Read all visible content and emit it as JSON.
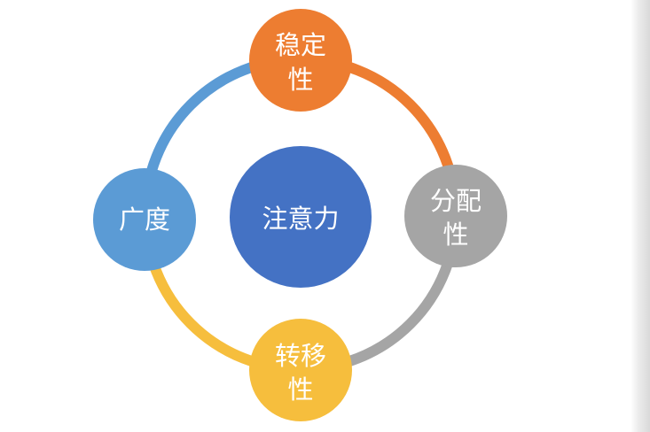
{
  "center": {
    "label": "注意力",
    "color": "#4472C4"
  },
  "nodes": [
    {
      "id": "stability",
      "lines": [
        "稳定",
        "性"
      ],
      "color": "#ED7D31",
      "arc_color": "#ED7D31"
    },
    {
      "id": "distribution",
      "lines": [
        "分配",
        "性"
      ],
      "color": "#A5A5A5",
      "arc_color": "#A5A5A5"
    },
    {
      "id": "shifting",
      "lines": [
        "转移",
        "性"
      ],
      "color": "#F6BE3D",
      "arc_color": "#F6BE3D"
    },
    {
      "id": "breadth",
      "lines": [
        "广度"
      ],
      "color": "#5B9BD5",
      "arc_color": "#5B9BD5"
    }
  ]
}
